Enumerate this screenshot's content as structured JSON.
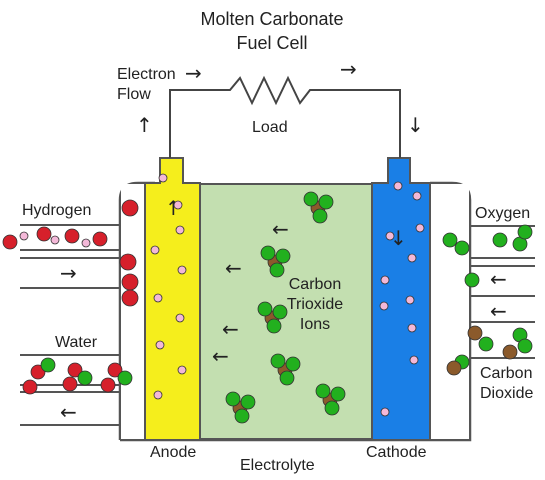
{
  "title": {
    "line1": "Molten Carbonate",
    "line2": "Fuel Cell"
  },
  "labels": {
    "electron_flow_1": "Electron",
    "electron_flow_2": "Flow",
    "load": "Load",
    "hydrogen": "Hydrogen",
    "water": "Water",
    "oxygen": "Oxygen",
    "carbon_dioxide_1": "Carbon",
    "carbon_dioxide_2": "Dioxide",
    "ions_1": "Carbon",
    "ions_2": "Trioxide",
    "ions_3": "Ions",
    "anode": "Anode",
    "electrolyte": "Electrolyte",
    "cathode": "Cathode"
  },
  "colors": {
    "anode": "#f5ee1c",
    "electrolyte": "#c3dfb0",
    "cathode": "#1a7fe6",
    "hydrogen_atom": "#d6202b",
    "oxygen_atom": "#22b01e",
    "carbon_atom": "#8b5a2b",
    "electron": "#f3b8d8"
  }
}
